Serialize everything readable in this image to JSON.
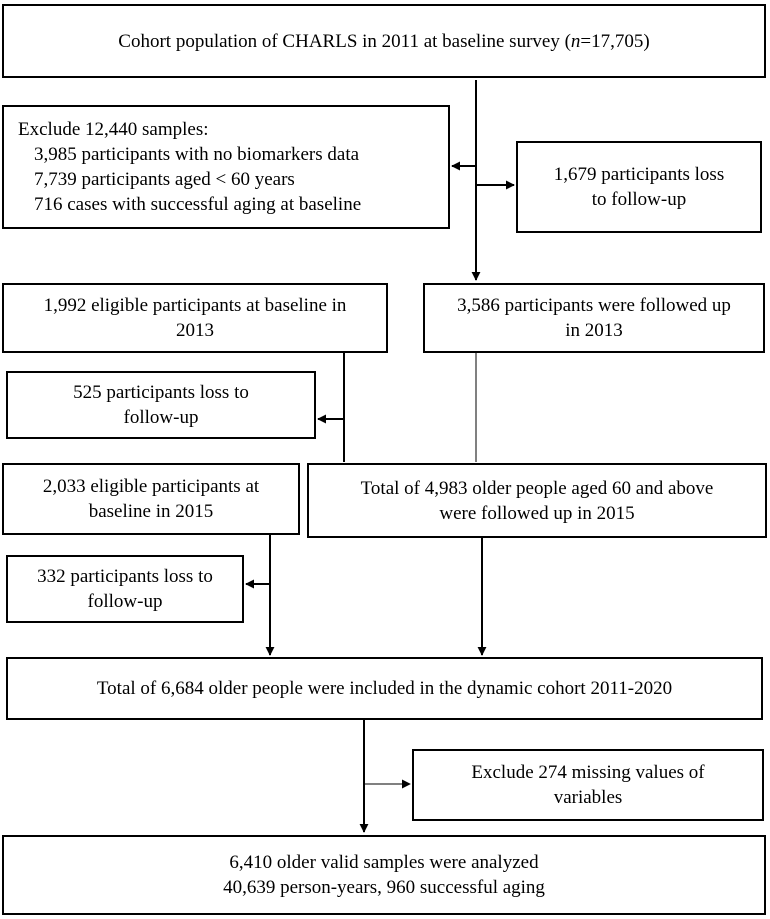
{
  "boxes": {
    "cohort": {
      "prefix": "Cohort population of CHARLS in 2011 at baseline survey (",
      "n_label": "n",
      "suffix": "=17,705)"
    },
    "exclude_2011": {
      "title": "Exclude 12,440 samples:",
      "items": [
        "3,985 participants with no biomarkers data",
        "7,739 participants aged < 60 years",
        "716 cases with successful aging at baseline"
      ]
    },
    "loss_2011": {
      "lines": [
        "1,679 participants loss",
        "to follow-up"
      ]
    },
    "eligible_2013": {
      "lines": [
        "1,992 eligible participants at baseline in",
        "2013"
      ]
    },
    "followed_2013": {
      "lines": [
        "3,586 participants were followed up",
        "in 2013"
      ]
    },
    "loss_2013": {
      "lines": [
        "525 participants loss to",
        "follow-up"
      ]
    },
    "eligible_2015": {
      "lines": [
        "2,033 eligible participants at",
        "baseline in 2015"
      ]
    },
    "followed_2015": {
      "lines": [
        "Total of 4,983 older people aged 60 and above",
        "were followed up in 2015"
      ]
    },
    "loss_2015": {
      "lines": [
        "332 participants loss to",
        "follow-up"
      ]
    },
    "dynamic_cohort": {
      "lines": [
        "Total of 6,684 older people were included in the dynamic cohort 2011-2020"
      ]
    },
    "exclude_missing": {
      "lines": [
        "Exclude 274 missing values of",
        "variables"
      ]
    },
    "final": {
      "lines": [
        "6,410 older valid samples were analyzed",
        "40,639 person-years, 960 successful aging"
      ]
    }
  }
}
